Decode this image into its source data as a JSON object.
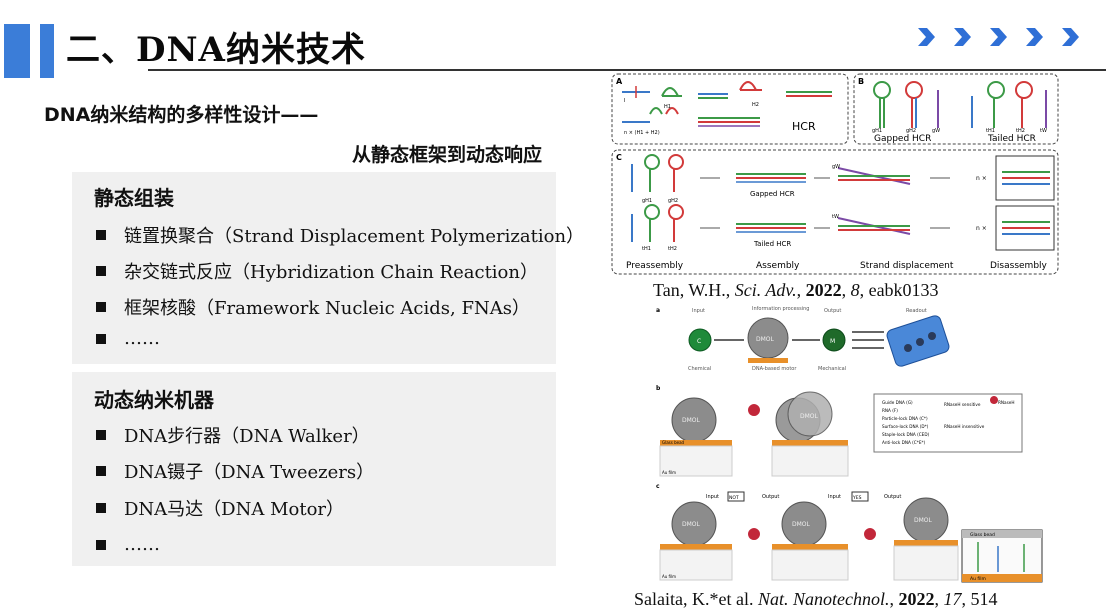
{
  "header": {
    "title": "二、DNA纳米技术"
  },
  "subtitle": {
    "line1": "DNA纳米结构的多样性设计——",
    "line2": "从静态框架到动态响应"
  },
  "static_section": {
    "heading": "静态组装",
    "items": [
      "链置换聚合（Strand Displacement Polymerization）",
      "杂交链式反应（Hybridization Chain Reaction）",
      "框架核酸（Framework Nucleic Acids, FNAs）",
      "……"
    ]
  },
  "dynamic_section": {
    "heading": "动态纳米机器",
    "items": [
      "DNA步行器（DNA Walker）",
      "DNA镊子（DNA Tweezers）",
      "DNA马达（DNA Motor）",
      "……"
    ]
  },
  "figure1": {
    "panel_a": "A",
    "panel_b": "B",
    "panel_c": "C",
    "labels": {
      "hcr": "HCR",
      "h1": "H1",
      "h2": "H2",
      "i": "I",
      "n_h1h2": "n × (H1 + H2)",
      "gapped": "Gapped HCR",
      "tailed": "Tailed  HCR",
      "gh1": "gH1",
      "gh2": "gH2",
      "gw": "gW",
      "th1": "tH1",
      "th2": "tH2",
      "tw": "tW",
      "gapped_hcr": "Gapped HCR",
      "tailed_hcr": "Tailed HCR",
      "preassembly": "Preassembly",
      "assembly": "Assembly",
      "strand_disp": "Strand displacement",
      "disassembly": "Disassembly",
      "n": "n ×"
    },
    "citation": {
      "authors": "Tan, W.H., ",
      "journal": "Sci. Adv.",
      "year": "2022",
      "volume": "8",
      "pages": "eabk0133"
    }
  },
  "figure2": {
    "panel_a": "a",
    "panel_b": "b",
    "panel_c": "c",
    "labels": {
      "input": "Input",
      "info": "Information processing",
      "output": "Output",
      "readout": "Readout",
      "c": "C",
      "dmol": "DMOL",
      "m": "M",
      "chemical": "Chemical",
      "dna_motor": "DNA-based motor",
      "mechanical": "Mechanical",
      "guide": "Guide DNA (G)",
      "rna": "RNA (F)",
      "particle": "Particle-lock DNA (C*)",
      "surface": "Surface-lock DNA (D*)",
      "staple": "Staple-lock DNA (CED)",
      "anti": "Anti-lock DNA (C*E*)",
      "rnaseh": "RNaseH",
      "sensitive": "RNaseH sensitive",
      "insensitive": "RNaseH insensitive",
      "glass": "Glass bead",
      "au": "Au film",
      "not": "NOT",
      "yes": "YES",
      "c_out": "Output"
    },
    "citation": {
      "authors": "Salaita, K.*et al. ",
      "journal": "Nat. Nanotechnol.",
      "year": "2022",
      "volume": "17",
      "pages": "514"
    }
  },
  "colors": {
    "accent_blue": "#3b7dd8",
    "panel_bg": "#f0f0f0",
    "dna_red": "#d23a3a",
    "dna_green": "#3c9a47",
    "dna_blue": "#3a78c8",
    "dna_purple": "#7b4aa6"
  }
}
